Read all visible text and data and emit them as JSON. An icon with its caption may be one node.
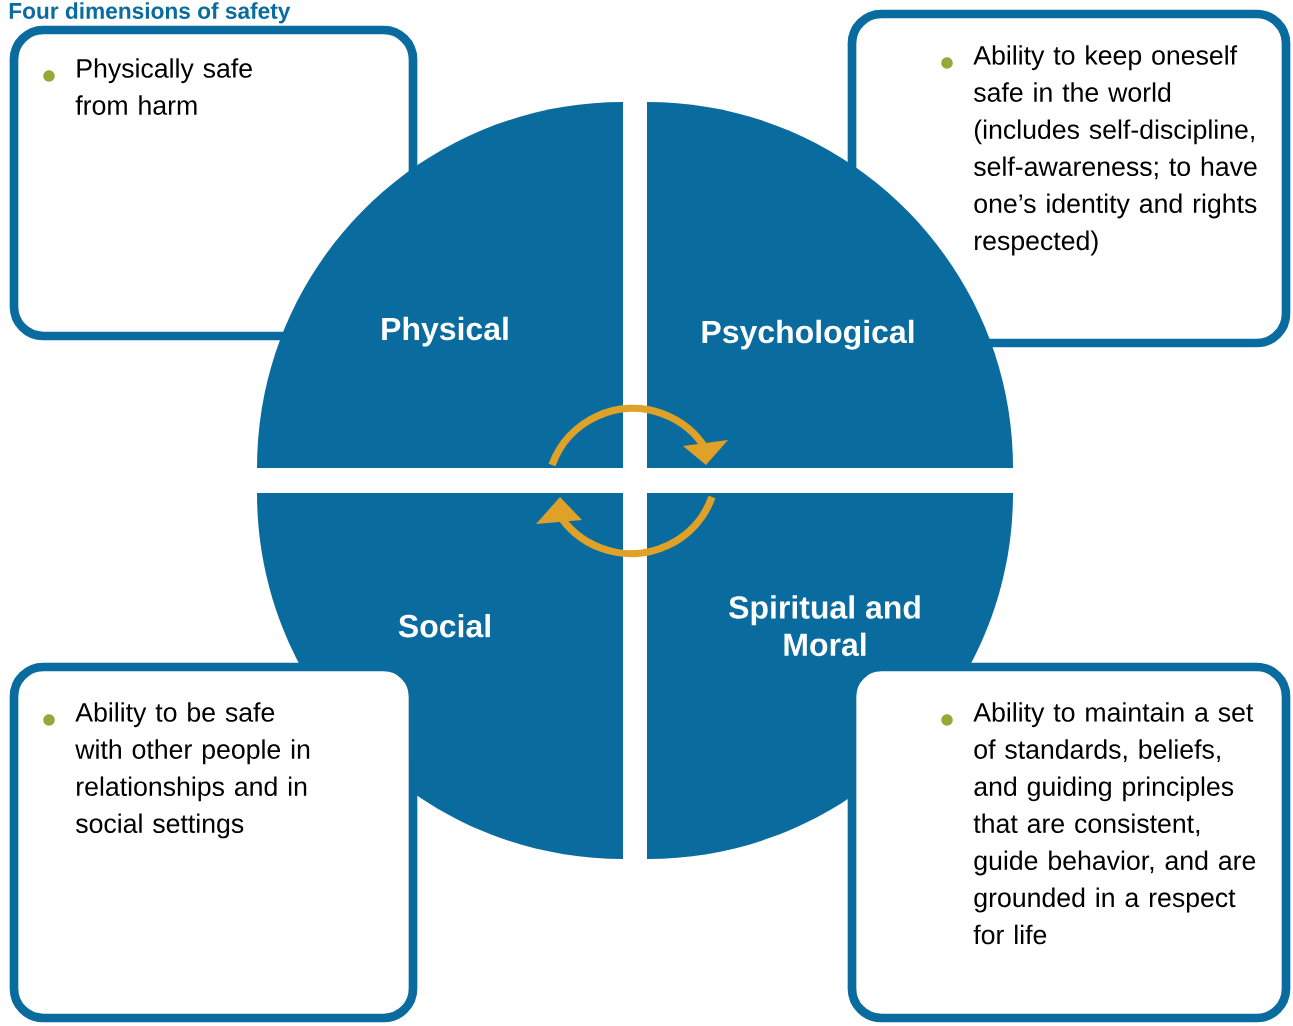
{
  "diagram": {
    "title": "Four dimensions of safety",
    "nodes": [
      {
        "text": [
          "Physically safe from harm"
        ]
      },
      {
        "text": [
          "Ability to keep oneself safe in the world (includes self-discipline, self-awareness; to have one’s identity and rights respected)"
        ]
      },
      {
        "text": [
          "Physical"
        ]
      },
      {
        "text": [
          "Psychological"
        ]
      },
      {
        "text": [
          "Social"
        ]
      },
      {
        "text": [
          "Spiritual and Moral"
        ]
      },
      {
        "text": [
          "Ability to be safe with other people in relationships and in social settings"
        ]
      },
      {
        "text": [
          "Ability to maintain a set of standards, beliefs, and guiding principles that are consistent, guide behavior, and are grounded in a respect for life"
        ]
      }
    ]
  }
}
